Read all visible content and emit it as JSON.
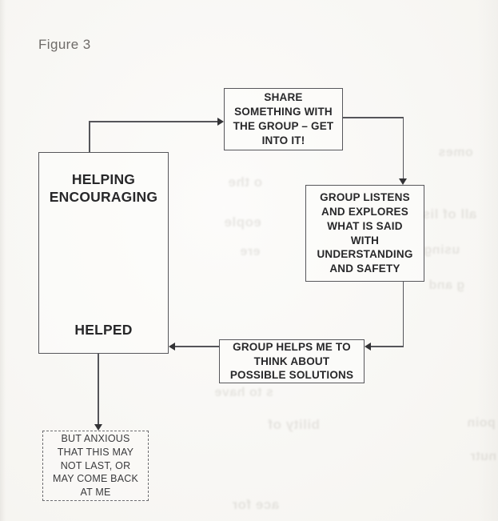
{
  "figure_label": "Figure 3",
  "diagram": {
    "share_box": {
      "text": "SHARE\nSOMETHING WITH\nTHE GROUP – GET\nINTO IT!"
    },
    "helper_box": {
      "top_text": "HELPING\nENCOURAGING",
      "bottom_text": "HELPED"
    },
    "listen_box": {
      "text": "GROUP LISTENS\nAND EXPLORES\nWHAT IS SAID\nWITH\nUNDERSTANDING\nAND SAFETY"
    },
    "solutions_box": {
      "text": "GROUP HELPS ME TO\nTHINK ABOUT\nPOSSIBLE SOLUTIONS"
    },
    "anxious_box": {
      "text": "BUT ANXIOUS\nTHAT THIS MAY\nNOT LAST, OR\nMAY COME BACK\nAT ME"
    },
    "flow": [
      "helper-box -> share-box",
      "share-box -> listen-box",
      "listen-box -> solutions-box",
      "solutions-box -> helper-box",
      "helper-box -> anxious-box"
    ]
  },
  "colors": {
    "paper": "#f9f8f5",
    "ink": "#28282a",
    "line": "#55555a",
    "figure_label": "#6e6b68"
  },
  "artifacts": {
    "description": "faint mirrored bleed-through text from reverse page of scan",
    "ghost_fragments": [
      {
        "text": "o the"
      },
      {
        "text": "eople"
      },
      {
        "text": "ere"
      },
      {
        "text": "omes"
      },
      {
        "text": "all of lis"
      },
      {
        "text": "using"
      },
      {
        "text": "g and"
      },
      {
        "text": "s to have"
      },
      {
        "text": "bility of"
      },
      {
        "text": "ace for"
      },
      {
        "text": "poin"
      },
      {
        "text": "nutr"
      }
    ]
  }
}
